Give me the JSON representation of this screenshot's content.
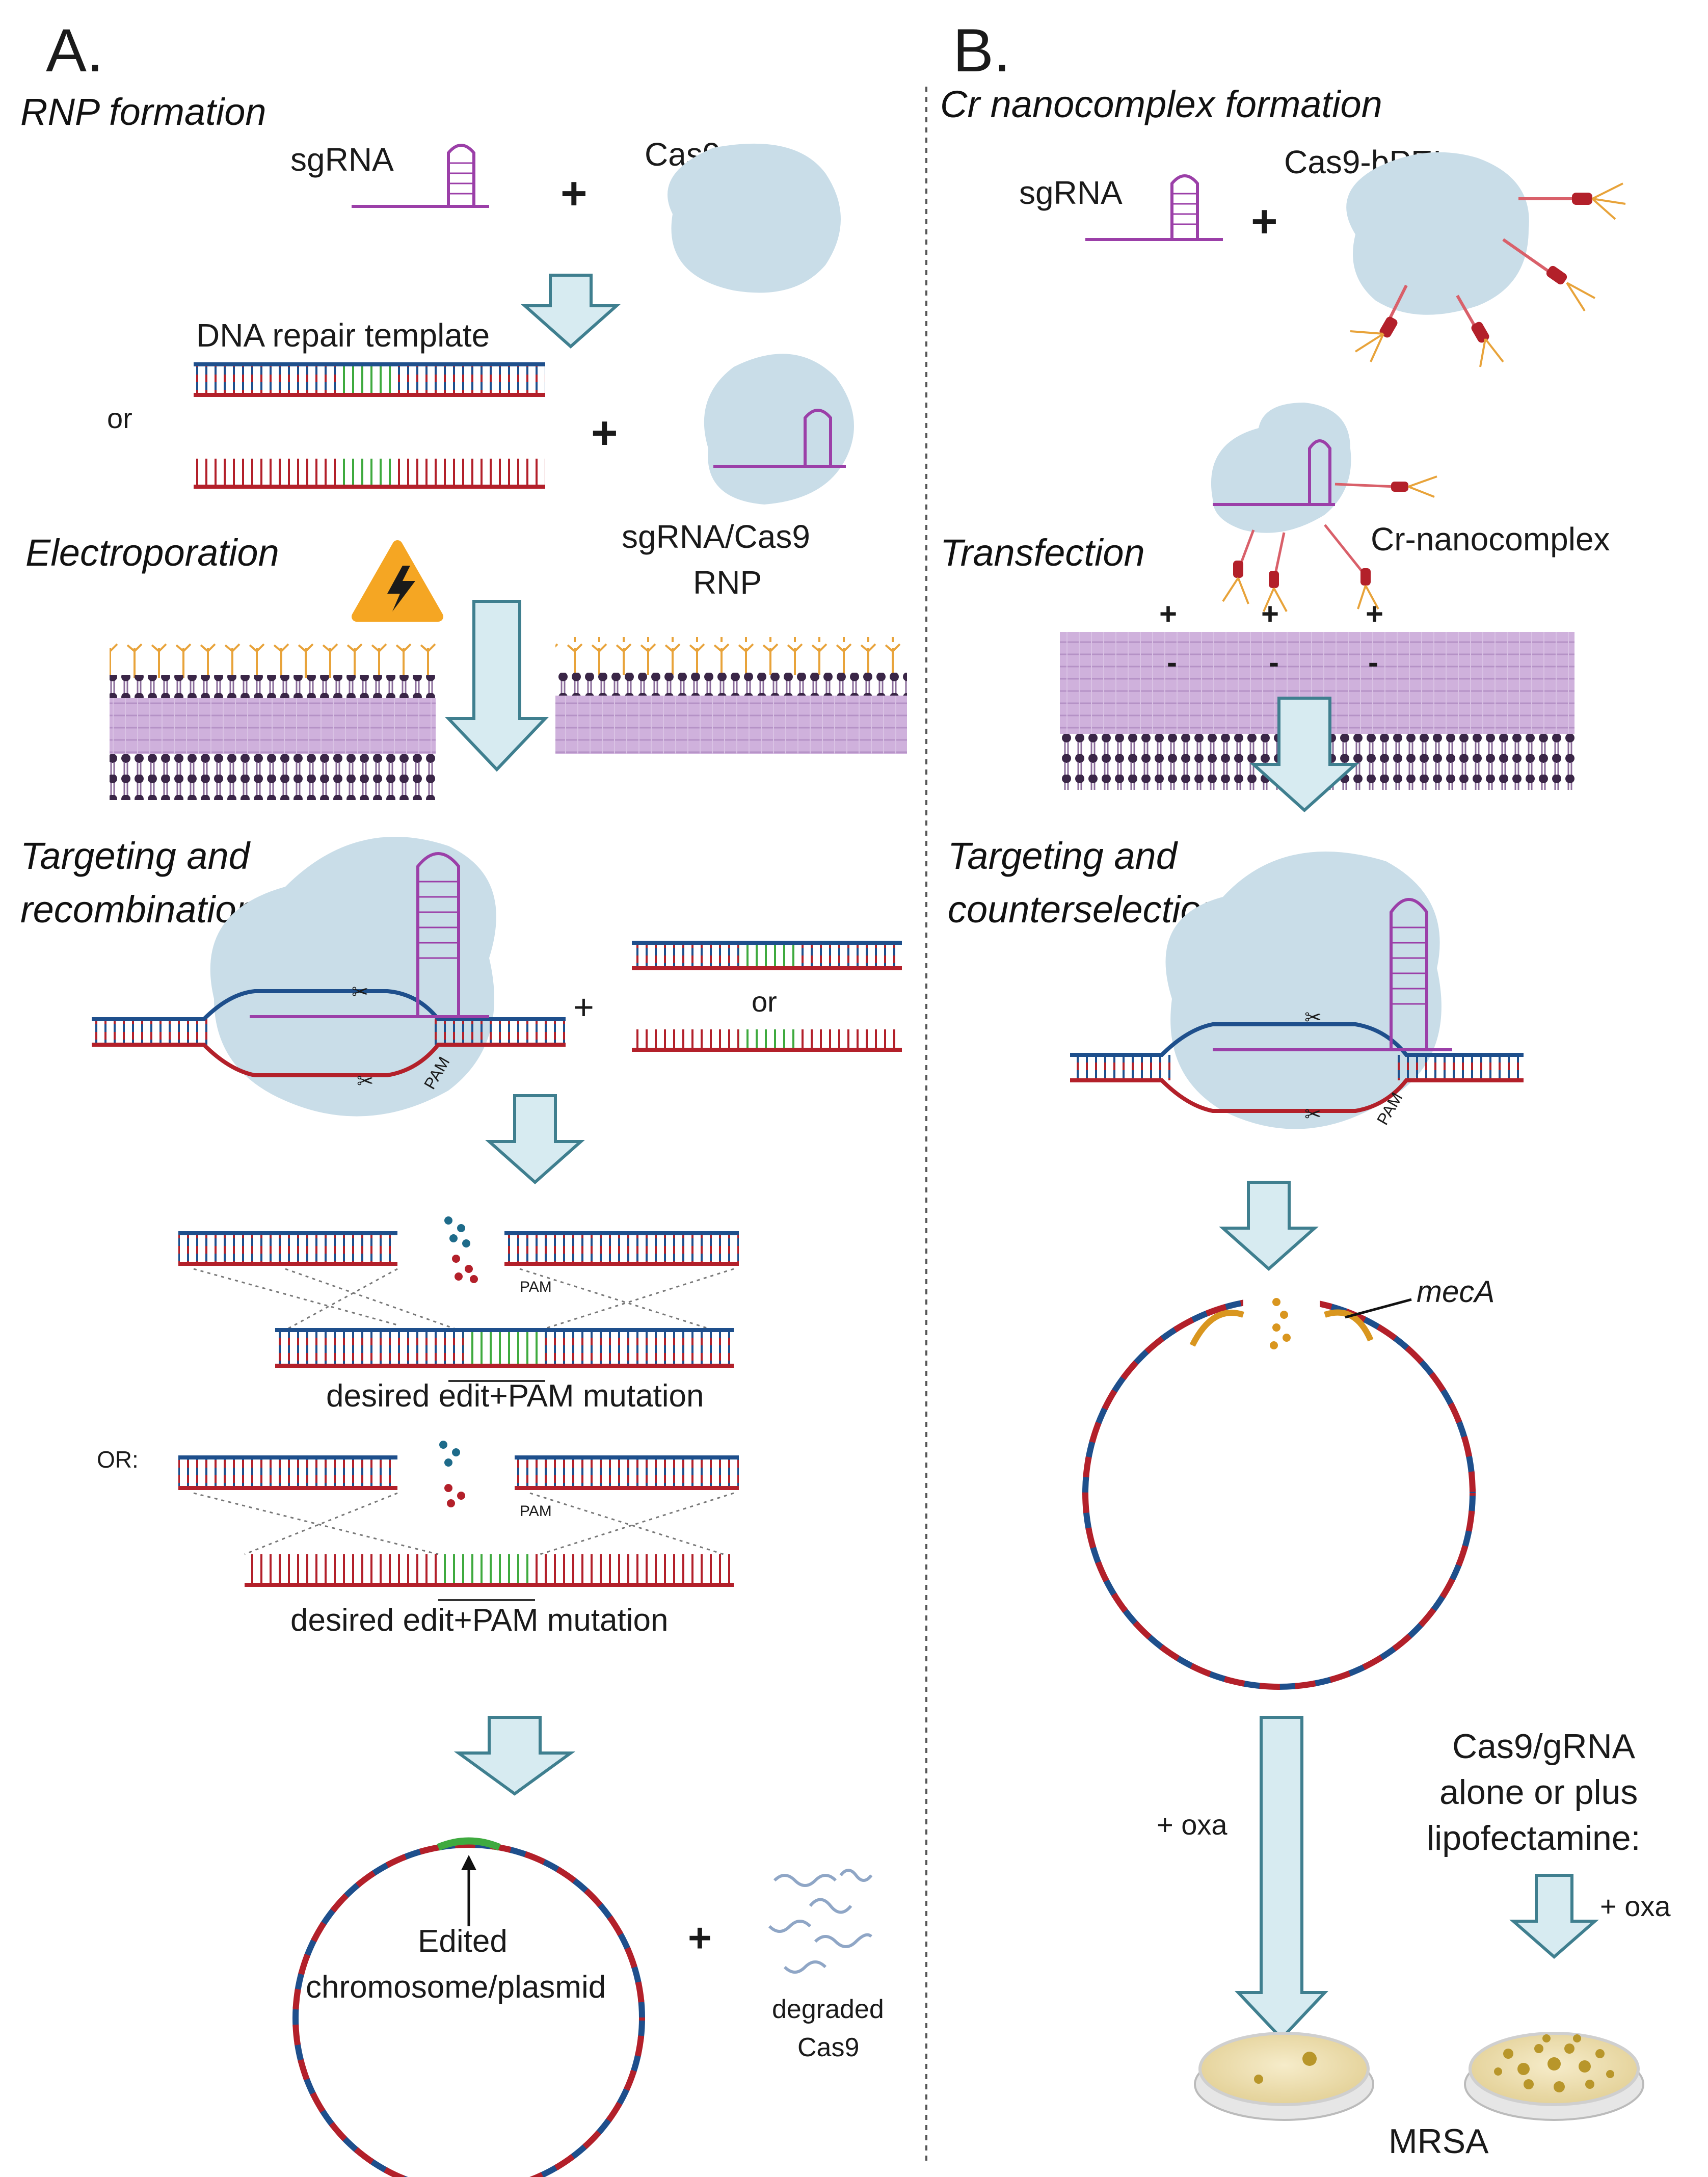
{
  "panel_a": {
    "letter": "A.",
    "steps": {
      "rnp_formation": "RNP formation",
      "electroporation": "Electroporation",
      "targeting": "Targeting and",
      "targeting_line2": "recombination"
    },
    "labels": {
      "sgrna": "sgRNA",
      "cas9": "Cas9",
      "plus": "+",
      "repair_template": "DNA repair template",
      "or_small": "or",
      "rnp_line1": "sgRNA/Cas9",
      "rnp_line2": "RNP",
      "or_mid": "or",
      "pam": "PAM",
      "edit_caption": "desired edit+PAM mutation",
      "or_caps": "OR:",
      "edited_line1": "Edited",
      "edited_line2": "chromosome/plasmid",
      "degraded_line1": "degraded",
      "degraded_line2": "Cas9"
    }
  },
  "panel_b": {
    "letter": "B.",
    "steps": {
      "nanocomplex_formation": "Cr nanocomplex formation",
      "transfection": "Transfection",
      "targeting": "Targeting and",
      "targeting_line2": "counterselection"
    },
    "labels": {
      "sgrna": "sgRNA",
      "cas9_bpei": "Cas9-bPEI",
      "plus": "+",
      "cr_nanocomplex": "Cr-nanocomplex",
      "charge_pos": "+",
      "charge_neg": "-",
      "pam": "PAM",
      "meca": "mecA",
      "oxa": "+ oxa",
      "control_line1": "Cas9/gRNA",
      "control_line2": "alone or plus",
      "control_line3": "lipofectamine:",
      "control_oxa": "+ oxa",
      "mrsa": "MRSA"
    }
  },
  "colors": {
    "blob": "#c9dde8",
    "arrow_fill": "#d7ebf1",
    "arrow_stroke": "#3f7f8f",
    "strand_blue": "#1e4f8c",
    "strand_red": "#b3202a",
    "edit_green": "#3faa3f",
    "sgrna": "#9b3fa8",
    "membrane": "#c9a8d8",
    "lipid_head": "#3a2647",
    "lps": "#e8a33a",
    "lightning": "#f5a623",
    "peptide": "#b3202a",
    "petri_agar": "#efe2b8",
    "colony": "#b8962a",
    "meca_gene": "#d9961f"
  },
  "icons": [
    "lightning-warning-icon",
    "scissors-icon"
  ]
}
